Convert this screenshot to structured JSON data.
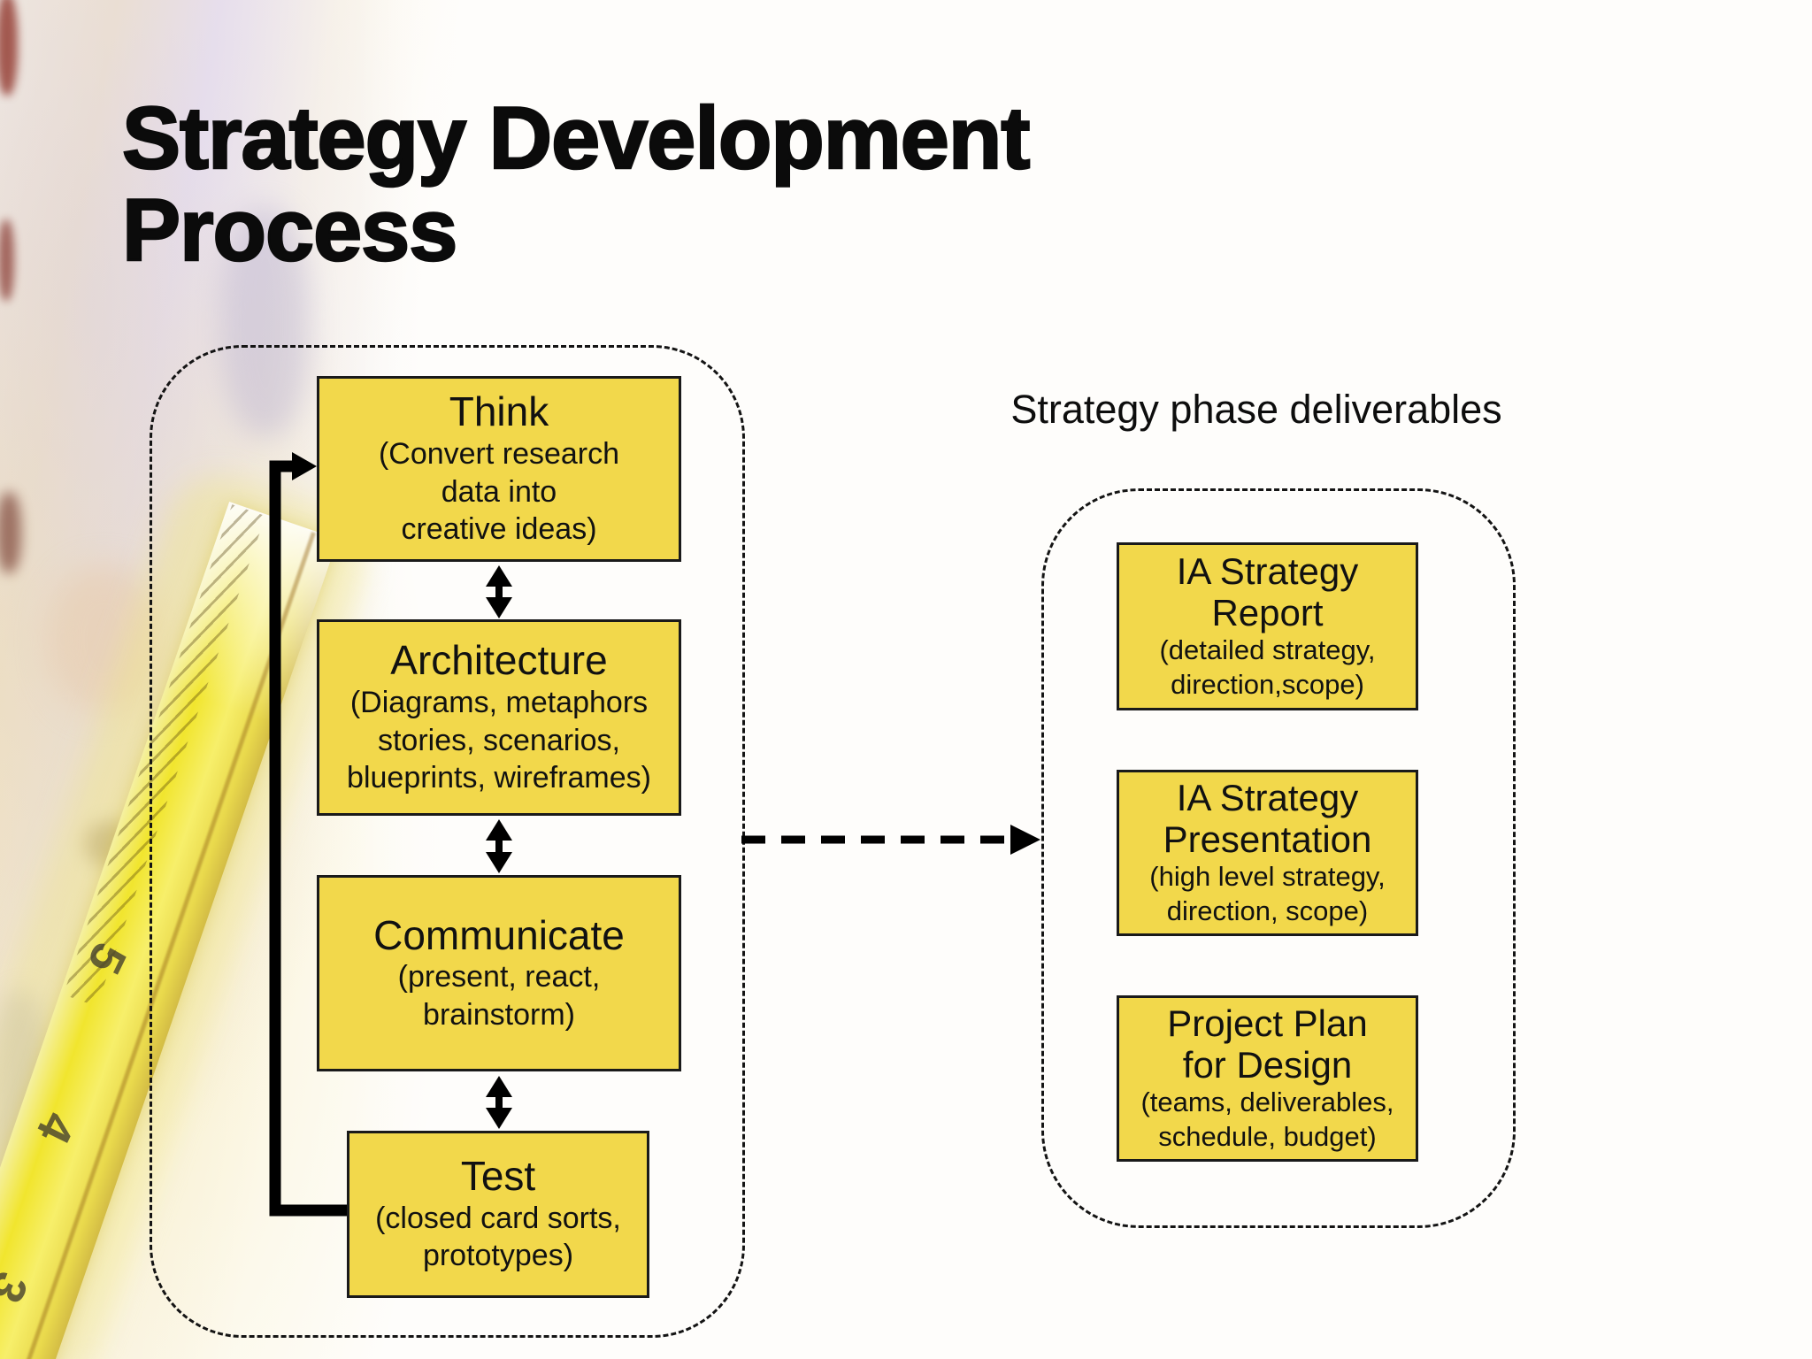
{
  "slide": {
    "title": "Strategy Development\nProcess"
  },
  "process_group": {
    "boxes": [
      {
        "heading": "Think",
        "sub": "(Convert research\ndata into\ncreative ideas)"
      },
      {
        "heading": "Architecture",
        "sub": "(Diagrams, metaphors\nstories, scenarios,\nblueprints, wireframes)"
      },
      {
        "heading": "Communicate",
        "sub": "(present, react,\nbrainstorm)"
      },
      {
        "heading": "Test",
        "sub": "(closed card sorts,\nprototypes)"
      }
    ]
  },
  "deliverables_group": {
    "label": "Strategy phase deliverables",
    "boxes": [
      {
        "heading": "IA Strategy\nReport",
        "sub": "(detailed strategy,\ndirection,scope)"
      },
      {
        "heading": "IA Strategy\nPresentation",
        "sub": "(high level strategy,\ndirection, scope)"
      },
      {
        "heading": "Project Plan\nfor Design",
        "sub": "(teams, deliverables,\nschedule, budget)"
      }
    ]
  },
  "background": {
    "tape_numbers": [
      "5",
      "4",
      "3"
    ]
  },
  "colors": {
    "box_fill": "#F2D84B",
    "box_border": "#1A1A1A",
    "connector": "#000000"
  }
}
